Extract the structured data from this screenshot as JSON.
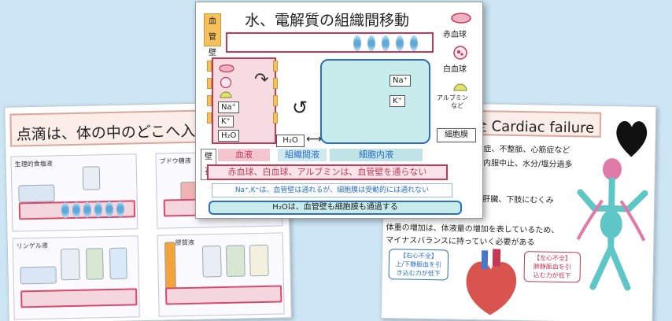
{
  "left_slide": {
    "title": "点滴は、体の中のどこへ入",
    "panels": [
      "生理的食塩液",
      "ブドウ糖液",
      "リンゲル液",
      "膠質液"
    ]
  },
  "right_slide": {
    "title": "全 Cardiac failure",
    "lines": [
      "症、不整脈、心筋症など",
      "内服中止、水分/塩分過多",
      "肝臓、下肢にむくみ",
      "体重の増加は、体液量の増加を表しているため、",
      "マイナスバランスに持っていく必要がある"
    ],
    "callout_right_heart": [
      "【右心不全】",
      "上/下静脈血を引",
      "き込む力が低下"
    ],
    "callout_left_heart": [
      "【左心不全】",
      "肺静脈血を引",
      "込む力が低下"
    ]
  },
  "center_slide": {
    "title": "水、電解質の組織間移動",
    "tag_wall": [
      "血",
      "管",
      "壁"
    ],
    "tag_hole": [
      "壁",
      "孔"
    ],
    "legend": {
      "rbc": "赤血球",
      "wbc": "白血球",
      "albumin": "アルブミン",
      "albumin_sub": "など"
    },
    "plasma_ions": [
      "Na⁺",
      "K⁺",
      "H₂O"
    ],
    "cell_ions": [
      "Na⁺",
      "K⁺"
    ],
    "h2o_mid": "H₂O",
    "membrane": "細胞膜",
    "labels": {
      "plasma": "血液",
      "interstitial": "組織間液",
      "intracellular": "細胞内液"
    },
    "bar_red": "赤血球、白血球、アルブミンは、血管壁を通らない",
    "bar_blue": "Na⁺,K⁺は、血管壁は通れるが、細胞膜は受動的には通れない",
    "bar_teal": "H₂Oは、血管壁も細胞膜も通過する"
  }
}
